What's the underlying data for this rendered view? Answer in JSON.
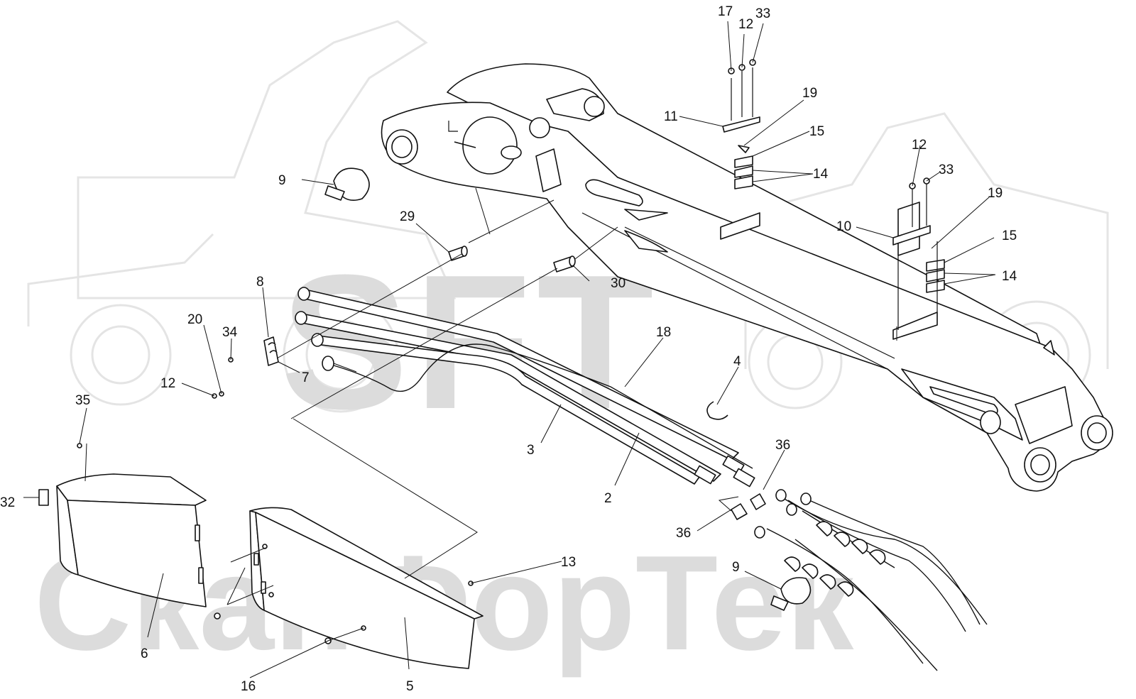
{
  "watermark": {
    "logo_text": "SFT",
    "brand_text": "СканФорТек"
  },
  "callouts": [
    "17",
    "12",
    "33",
    "11",
    "19",
    "15",
    "14",
    "9",
    "29",
    "12",
    "33",
    "10",
    "19",
    "15",
    "14",
    "30",
    "8",
    "20",
    "34",
    "18",
    "12",
    "7",
    "4",
    "35",
    "3",
    "36",
    "32",
    "2",
    "36",
    "9",
    "13",
    "6",
    "16",
    "5"
  ],
  "colors": {
    "line": "#111111",
    "watermark": "#d9d9d9",
    "background": "#ffffff"
  }
}
